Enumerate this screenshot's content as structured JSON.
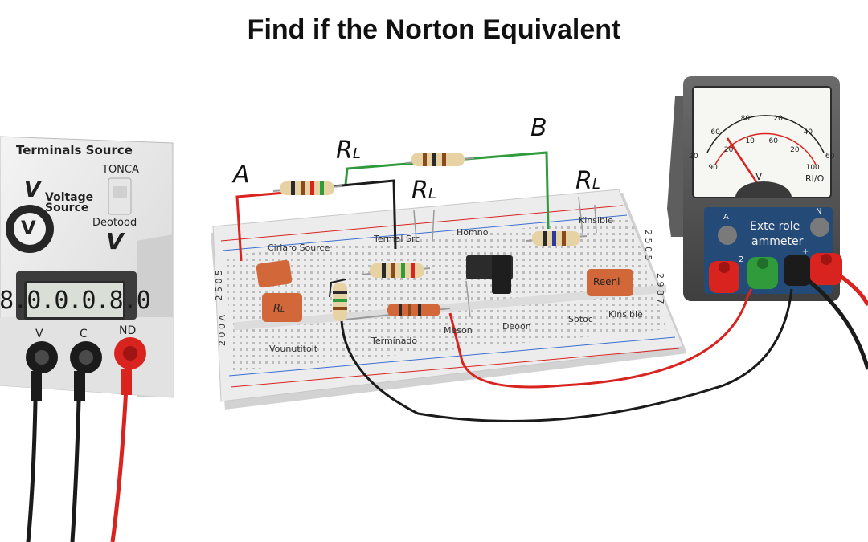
{
  "title": "Find if the Norton Equivalent",
  "labels": {
    "node_a": "A",
    "node_b": "B",
    "r_load_1": {
      "main": "R",
      "sub": "L"
    },
    "r_load_2": {
      "main": "R",
      "sub": "L"
    },
    "r_load_3": {
      "main": "R",
      "sub": "L"
    }
  },
  "power_supply": {
    "title": "Terminals Source",
    "left_v": "V",
    "switch_label": "TONCA",
    "voltage_source_line1": "Voltage",
    "voltage_source_line2": "Source",
    "dial_symbol": "V",
    "mode_label": "Deotood",
    "big_v": "V",
    "display": "8.0.0.0.8.0",
    "terminals": [
      "V",
      "C",
      "ND"
    ]
  },
  "breadboard": {
    "labels": {
      "current_source": "Cirlaro Source",
      "terminal_src": "Termal Src",
      "homno": "Homno",
      "kinsible": "Kinsible",
      "voltmeter": "Vounutitolt",
      "terminado": "Terminado",
      "meson": "Meson",
      "deoon": "Deoon",
      "sotoc": "Sotoc",
      "kinsible2": "Kinsible",
      "cap_rl": "R",
      "cap_rl_sub": "L",
      "cap_reen": "Reenl",
      "side_left_top": "2 5 0 5",
      "side_left_bottom": "2 0 0 A",
      "side_right_top": "2 5 0 5",
      "side_right_bottom": "2 9 8 7"
    }
  },
  "ammeter": {
    "panel_line1": "Exte role",
    "panel_line2": "ammeter",
    "left_knob": "A",
    "right_knob": "N",
    "term_left": "2",
    "term_right": "+",
    "scale_ticks": [
      "20",
      "60",
      "80",
      "20",
      "40",
      "60",
      "90",
      "20",
      "10",
      "60",
      "20",
      "100"
    ],
    "needle_label": "V",
    "range_label": "RI/O"
  },
  "colors": {
    "wire_red": "#d8231f",
    "wire_green": "#2f9b3a",
    "wire_black": "#1b1b1b",
    "breadboard": "#ececec",
    "meter_panel": "#244a78",
    "capacitor": "#d2683a"
  }
}
